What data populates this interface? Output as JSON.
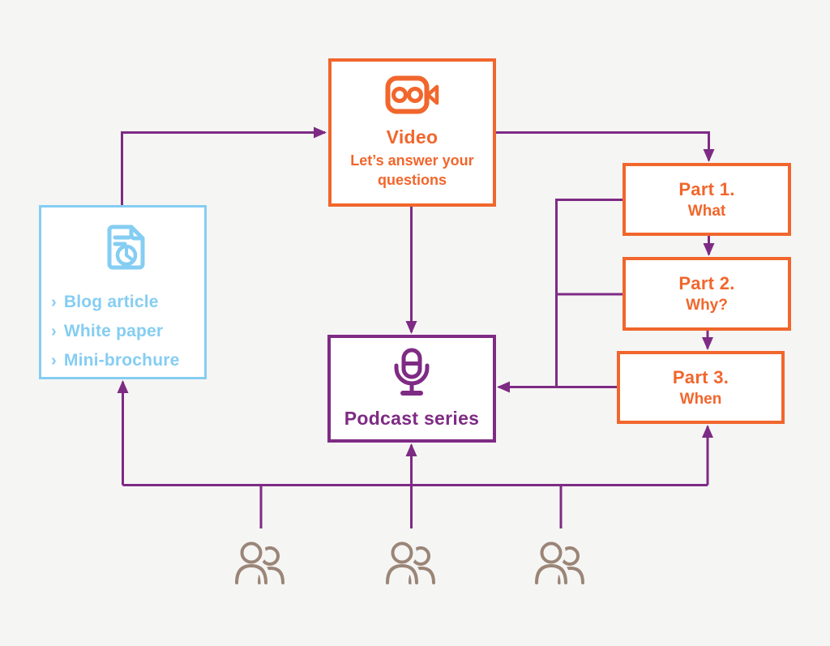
{
  "diagram_title": "",
  "colors": {
    "orange": "#F1662C",
    "purple": "#7E2B84",
    "light_blue": "#85CDF2",
    "taupe": "#9A8577",
    "background": "#F5F5F4",
    "node_background": "#FFFFFF"
  },
  "nodes": {
    "video": {
      "icon": "video-camera-icon",
      "title": "Video",
      "subtitle": "Let’s answer your questions"
    },
    "content": {
      "icon": "document-report-icon",
      "bullet": "›",
      "items": [
        "Blog article",
        "White paper",
        "Mini-brochure"
      ]
    },
    "podcast": {
      "icon": "microphone-icon",
      "title": "Podcast series"
    },
    "part1": {
      "title": "Part 1.",
      "subtitle": "What"
    },
    "part2": {
      "title": "Part 2.",
      "subtitle": "Why?"
    },
    "part3": {
      "title": "Part 3.",
      "subtitle": "When"
    }
  },
  "audience": {
    "icon": "people-group-icon",
    "count": 3
  },
  "edges": [
    {
      "from": "content-formats",
      "to": "video"
    },
    {
      "from": "video",
      "to": "part1"
    },
    {
      "from": "part1",
      "to": "part2"
    },
    {
      "from": "part2",
      "to": "part3"
    },
    {
      "from": "part1",
      "to": "podcast"
    },
    {
      "from": "part2",
      "to": "podcast"
    },
    {
      "from": "part3",
      "to": "podcast"
    },
    {
      "from": "video",
      "to": "podcast"
    },
    {
      "from": "audience",
      "to": "content-formats"
    },
    {
      "from": "audience",
      "to": "podcast"
    },
    {
      "from": "audience",
      "to": "part3"
    }
  ]
}
